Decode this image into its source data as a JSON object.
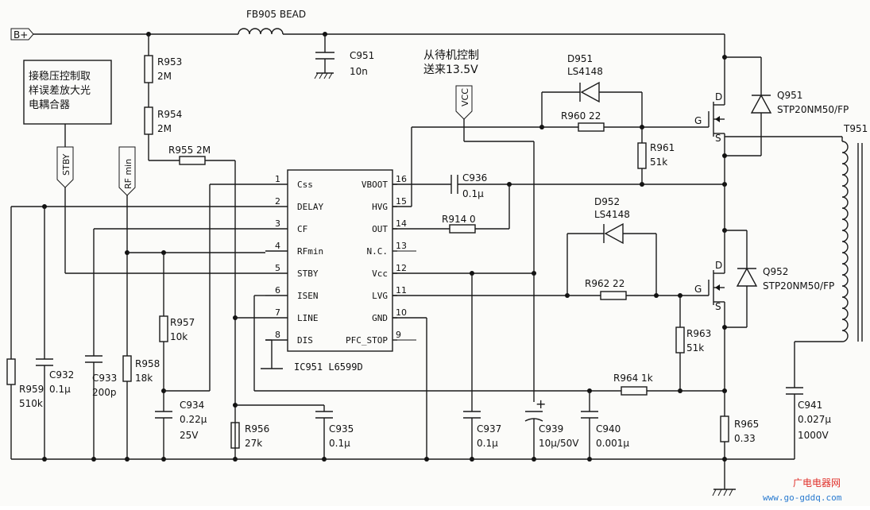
{
  "colors": {
    "wire": "#1a1a1a",
    "paper": "#fbfbf9",
    "watermark_red": "#e0302a",
    "watermark_blue": "#2a7bd0"
  },
  "supply": {
    "bplus": "B+",
    "bead_label": "FB905 BEAD"
  },
  "notes": {
    "standby_line1": "从待机控制",
    "standby_line2": "送来13.5V",
    "box_line1": "接稳压控制取",
    "box_line2": "样误差放大光",
    "box_line3": "电耦合器"
  },
  "signals": {
    "stby": "STBY",
    "rfmin": "RF min",
    "vcc": "VCC"
  },
  "ic": {
    "name": "IC951 L6599D",
    "left_pins": [
      {
        "num": "1",
        "name": "Css"
      },
      {
        "num": "2",
        "name": "DELAY"
      },
      {
        "num": "3",
        "name": "CF"
      },
      {
        "num": "4",
        "name": "RFmin"
      },
      {
        "num": "5",
        "name": "STBY"
      },
      {
        "num": "6",
        "name": "ISEN"
      },
      {
        "num": "7",
        "name": "LINE"
      },
      {
        "num": "8",
        "name": "DIS"
      }
    ],
    "right_pins": [
      {
        "num": "16",
        "name": "VBOOT"
      },
      {
        "num": "15",
        "name": "HVG"
      },
      {
        "num": "14",
        "name": "OUT"
      },
      {
        "num": "13",
        "name": "N.C."
      },
      {
        "num": "12",
        "name": "Vcc"
      },
      {
        "num": "11",
        "name": "LVG"
      },
      {
        "num": "10",
        "name": "GND"
      },
      {
        "num": "9",
        "name": "PFC_STOP"
      }
    ]
  },
  "components": {
    "c951": {
      "ref": "C951",
      "value": "10n"
    },
    "r953": {
      "ref": "R953",
      "value": "2M"
    },
    "r954": {
      "ref": "R954",
      "value": "2M"
    },
    "r955": {
      "label": "R955 2M"
    },
    "d951": {
      "ref": "D951",
      "value": "LS4148"
    },
    "r960": {
      "label": "R960 22"
    },
    "r961": {
      "ref": "R961",
      "value": "51k"
    },
    "q951": {
      "ref": "Q951",
      "value": "STP20NM50/FP"
    },
    "c936": {
      "ref": "C936",
      "value": "0.1μ"
    },
    "r914": {
      "label": "R914 0"
    },
    "d952": {
      "ref": "D952",
      "value": "LS4148"
    },
    "r962": {
      "label": "R962 22"
    },
    "q952": {
      "ref": "Q952",
      "value": "STP20NM50/FP"
    },
    "r963": {
      "ref": "R963",
      "value": "51k"
    },
    "r964": {
      "label": "R964 1k"
    },
    "r965": {
      "ref": "R965",
      "value": "0.33"
    },
    "c941": {
      "ref": "C941",
      "value": "0.027μ",
      "voltage": "1000V"
    },
    "t951": {
      "ref": "T951"
    },
    "r957": {
      "ref": "R957",
      "value": "10k"
    },
    "r958": {
      "ref": "R958",
      "value": "18k"
    },
    "r959": {
      "ref": "R959",
      "value": "510k"
    },
    "c932": {
      "ref": "C932",
      "value": "0.1μ"
    },
    "c933": {
      "ref": "C933",
      "value": "200p"
    },
    "c934": {
      "ref": "C934",
      "value": "0.22μ",
      "voltage": "25V"
    },
    "r956": {
      "ref": "R956",
      "value": "27k"
    },
    "c935": {
      "ref": "C935",
      "value": "0.1μ"
    },
    "c937": {
      "ref": "C937",
      "value": "0.1μ"
    },
    "c939": {
      "ref": "C939",
      "value": "10μ/50V"
    },
    "c940": {
      "ref": "C940",
      "value": "0.001μ"
    }
  },
  "transistor_pins": {
    "d": "D",
    "g": "G",
    "s": "S"
  },
  "watermark": {
    "title": "广电电器网",
    "url": "www.go-gddq.com"
  }
}
